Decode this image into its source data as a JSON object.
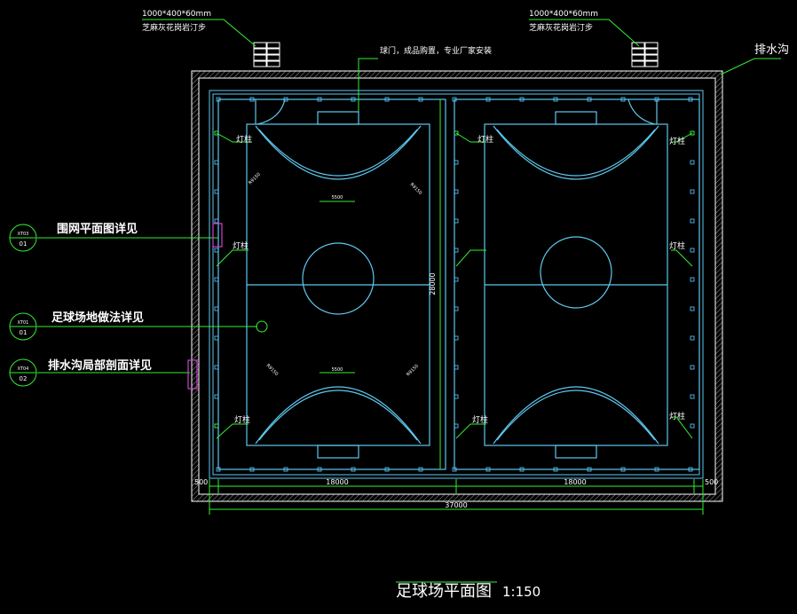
{
  "title": {
    "main": "足球场平面图",
    "scale": "1:150"
  },
  "notes": {
    "paver_left_size": "1000*400*60mm",
    "paver_left_desc": "芝麻灰花岗岩汀步",
    "paver_right_size": "1000*400*60mm",
    "paver_right_desc": "芝麻灰花岗岩汀步",
    "goal_note": "球门，成品购置，专业厂家安装",
    "drain": "排水沟"
  },
  "callouts": [
    {
      "text": "围网平面图详见",
      "ref_top": "XT03",
      "ref_bottom": "01"
    },
    {
      "text": "足球场地做法详见",
      "ref_top": "XT01",
      "ref_bottom": "01"
    },
    {
      "text": "排水沟局部剖面详见",
      "ref_top": "XT04",
      "ref_bottom": "02"
    }
  ],
  "light_labels": {
    "l1": "灯柱",
    "l2": "灯柱",
    "l3": "灯柱",
    "l4": "灯柱",
    "l5": "灯柱",
    "l6": "灯柱",
    "l7": "灯柱",
    "l8": "灯柱"
  },
  "dimensions": {
    "left_margin": "500",
    "half_left": "18000",
    "half_right": "18000",
    "right_margin": "500",
    "total": "37000",
    "height": "28000",
    "arc_small_1": "5500",
    "arc_small_2": "5500",
    "radius_1": "R9150",
    "radius_2": "R9150",
    "radius_3": "R9150",
    "radius_4": "R9150"
  },
  "colors": {
    "wall": "#ffffff",
    "court": "#5ec8f0",
    "leader": "#33ee33",
    "post": "#4aa8d8",
    "magenta": "#d040d0",
    "text": "#ffffff"
  }
}
